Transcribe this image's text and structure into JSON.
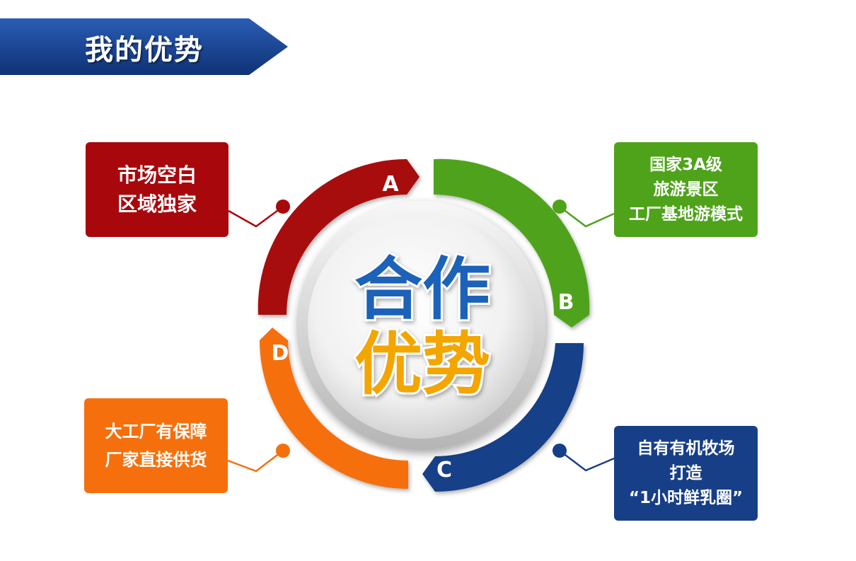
{
  "header": {
    "title": "我的优势"
  },
  "center": {
    "line1": "合作",
    "line2": "优势"
  },
  "segments": [
    {
      "letter": "A",
      "lines": [
        "市场空白",
        "区域独家"
      ],
      "color": "#a8070c"
    },
    {
      "letter": "B",
      "lines": [
        "国家3A级",
        "旅游景区",
        "工厂基地游模式"
      ],
      "color": "#4fa31a"
    },
    {
      "letter": "C",
      "lines": [
        "自有有机牧场",
        "打造",
        "“1小时鲜乳圈”"
      ],
      "color": "#173f87"
    },
    {
      "letter": "D",
      "lines": [
        "大工厂有保障",
        "厂家直接供货"
      ],
      "color": "#f5700d"
    }
  ],
  "colors": {
    "banner": "#13408f",
    "center_blue": "#1c62b9",
    "center_gold": "#f3a500"
  }
}
